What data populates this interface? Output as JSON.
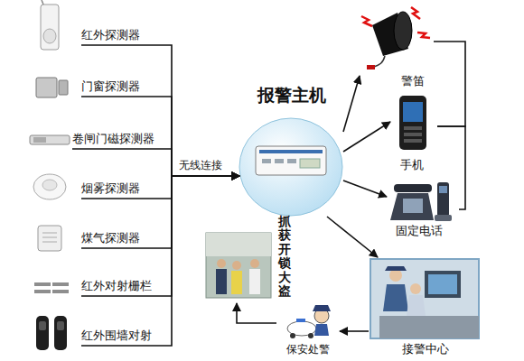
{
  "diagram": {
    "nodes": [
      {
        "text": [
          "红外探测器"
        ]
      },
      {
        "text": [
          "门窗探测器"
        ]
      },
      {
        "text": [
          "卷闸门磁探测器"
        ]
      },
      {
        "text": [
          "烟雾探测器"
        ]
      },
      {
        "text": [
          "煤气探测器"
        ]
      },
      {
        "text": [
          "红外对射栅栏"
        ]
      },
      {
        "text": [
          "红外围墙对射"
        ]
      },
      {
        "text": [
          "报警主机"
        ]
      },
      {
        "text": [
          "警笛"
        ]
      },
      {
        "text": [
          "手机"
        ]
      },
      {
        "text": [
          "固定电话"
        ]
      },
      {
        "text": [
          "接警中心"
        ]
      },
      {
        "text": [
          "保安处警"
        ]
      },
      {
        "text": [
          "抓获开锁大盗"
        ]
      }
    ],
    "edges": [
      {
        "from": 0,
        "to": 7,
        "arrow": "to"
      },
      {
        "from": 1,
        "to": 7,
        "arrow": "to"
      },
      {
        "from": 2,
        "to": 7,
        "arrow": "to"
      },
      {
        "from": 3,
        "to": 7,
        "label": "无线连接",
        "arrow": "to"
      },
      {
        "from": 4,
        "to": 7,
        "arrow": "to"
      },
      {
        "from": 5,
        "to": 7,
        "arrow": "to"
      },
      {
        "from": 6,
        "to": 7,
        "arrow": "to"
      },
      {
        "from": 7,
        "to": 8,
        "arrow": "to"
      },
      {
        "from": 7,
        "to": 9,
        "arrow": "to"
      },
      {
        "from": 7,
        "to": 10,
        "arrow": "to"
      },
      {
        "from": 7,
        "to": 11,
        "arrow": "to"
      },
      {
        "from": 8,
        "to": 9,
        "arrow": "none"
      },
      {
        "from": 9,
        "to": 10,
        "arrow": "none"
      },
      {
        "from": 11,
        "to": 12,
        "arrow": "to"
      },
      {
        "from": 12,
        "to": 13,
        "arrow": "to"
      }
    ]
  }
}
